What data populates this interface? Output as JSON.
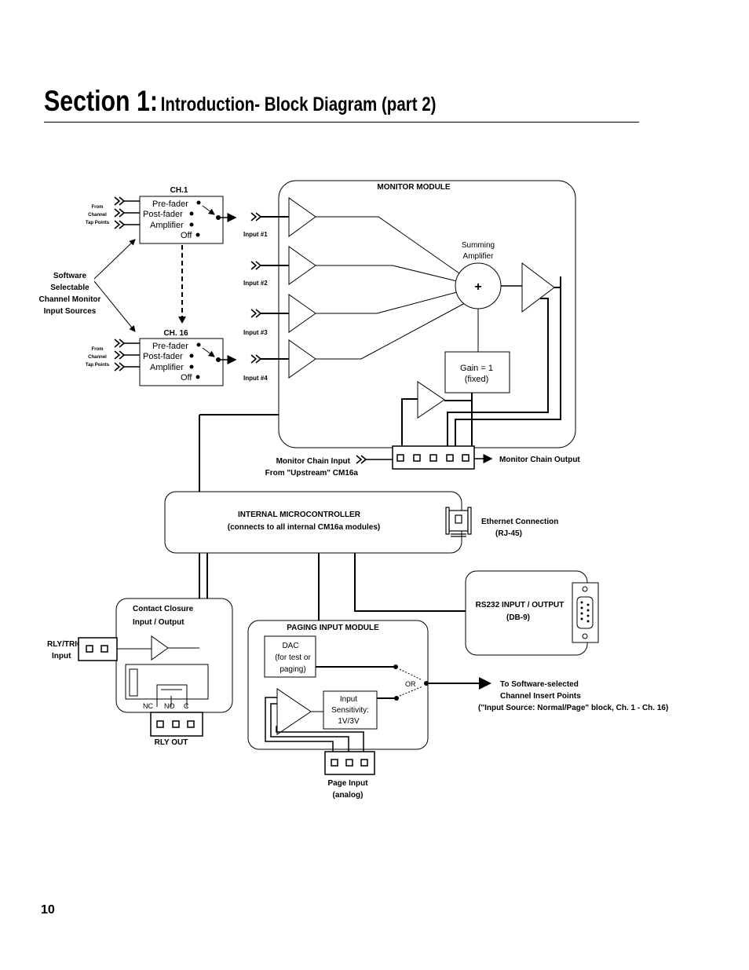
{
  "header": {
    "section": "Section 1:",
    "title": "Introduction- Block Diagram (part 2)"
  },
  "page_number": "10",
  "diagram": {
    "ch1": {
      "label": "CH.1",
      "options": [
        "Pre-fader",
        "Post-fader",
        "Amplifier",
        "Off"
      ],
      "source_lines": [
        "From",
        "Channel",
        "Tap Points"
      ]
    },
    "ch16": {
      "label": "CH. 16",
      "options": [
        "Pre-fader",
        "Post-fader",
        "Amplifier",
        "Off"
      ],
      "source_lines": [
        "From",
        "Channel",
        "Tap Points"
      ]
    },
    "software_label": [
      "Software",
      "Selectable",
      "Channel Monitor",
      "Input Sources"
    ],
    "inputs": [
      "Input #1",
      "Input #2",
      "Input #3",
      "Input #4"
    ],
    "monitor_module": "MONITOR MODULE",
    "summing": [
      "Summing",
      "Amplifier"
    ],
    "plus": "+",
    "gain": [
      "Gain = 1",
      "(fixed)"
    ],
    "chain_in": [
      "Monitor Chain Input",
      "From \"Upstream\" CM16a"
    ],
    "chain_out": "Monitor Chain Output",
    "micro": [
      "INTERNAL MICROCONTROLLER",
      "(connects to all internal CM16a modules)"
    ],
    "ethernet": [
      "Ethernet Connection",
      "(RJ-45)"
    ],
    "rs232": [
      "RS232 INPUT / OUTPUT",
      "(DB-9)"
    ],
    "contact": [
      "Contact Closure",
      "Input / Output"
    ],
    "rly_trig": [
      "RLY/TRIG",
      "Input"
    ],
    "relay_pins": [
      "NC",
      "NO",
      "C"
    ],
    "rly_out": "RLY OUT",
    "paging_module": "PAGING INPUT MODULE",
    "dac": [
      "DAC",
      "(for test or",
      "paging)"
    ],
    "sensitivity": [
      "Input",
      "Sensitivity:",
      "1V/3V"
    ],
    "or_label": "OR",
    "software_out": [
      "To Software-selected",
      "Channel Insert Points",
      "(\"Input Source: Normal/Page\" block, Ch. 1 - Ch. 16)"
    ],
    "page_input": [
      "Page Input",
      "(analog)"
    ]
  }
}
